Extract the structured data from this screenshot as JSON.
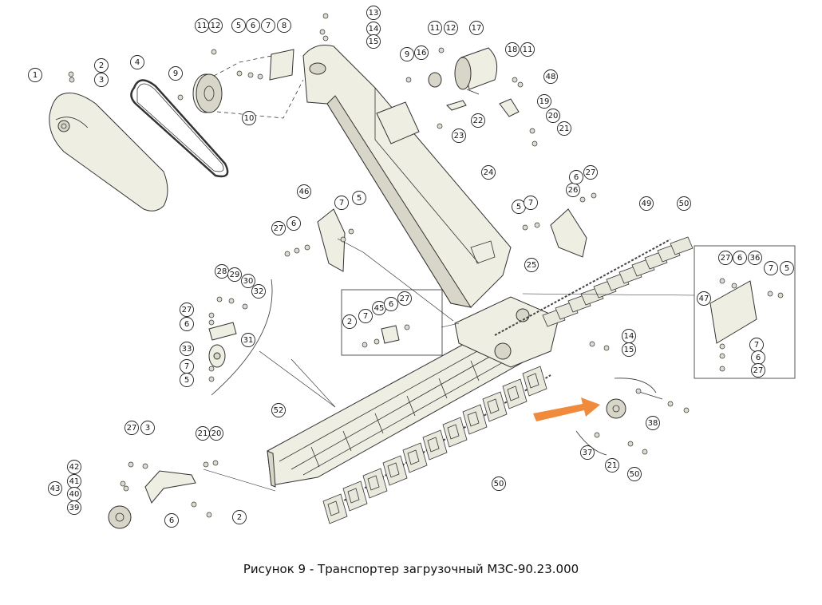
{
  "caption": "Рисунок 9 - Транспортер загрузочный МЗС-90.23.000",
  "callout_numbers": [
    "1",
    "2",
    "3",
    "4",
    "9",
    "10",
    "11",
    "12",
    "5",
    "6",
    "7",
    "8",
    "13",
    "14",
    "15",
    "9",
    "16",
    "11",
    "12",
    "17",
    "18",
    "11",
    "48",
    "19",
    "20",
    "21",
    "22",
    "23",
    "24",
    "46",
    "7",
    "5",
    "27",
    "6",
    "26",
    "6",
    "27",
    "5",
    "7",
    "49",
    "50",
    "28",
    "29",
    "30",
    "32",
    "27",
    "6",
    "31",
    "33",
    "7",
    "5",
    "25",
    "2",
    "7",
    "45",
    "6",
    "27",
    "27",
    "6",
    "36",
    "7",
    "5",
    "47",
    "7",
    "6",
    "27",
    "14",
    "15",
    "52",
    "38",
    "37",
    "21",
    "50",
    "50",
    "27",
    "3",
    "21",
    "20",
    "42",
    "41",
    "43",
    "40",
    "39",
    "6",
    "2"
  ],
  "colors": {
    "accent_arrow": "#f08a3c",
    "part_fill": "#efeee3",
    "line": "#333333"
  }
}
